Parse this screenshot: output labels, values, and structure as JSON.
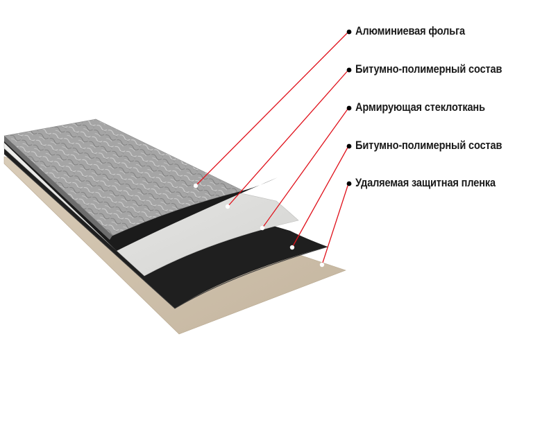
{
  "layers": [
    {
      "label": "Алюминиевая фольга",
      "material": "aluminium-foil",
      "color": "#a9a9a9"
    },
    {
      "label": "Битумно-полимерный состав",
      "material": "bitumen",
      "color": "#222222"
    },
    {
      "label": "Армирующая стеклоткань",
      "material": "fiberglass",
      "color": "#e3e3e1"
    },
    {
      "label": "Битумно-полимерный состав",
      "material": "bitumen",
      "color": "#222222"
    },
    {
      "label": "Удаляемая защитная пленка",
      "material": "release-film",
      "color": "#cdbfaa"
    }
  ],
  "leader_color": "#e0111b",
  "bullet_color": "#000000"
}
